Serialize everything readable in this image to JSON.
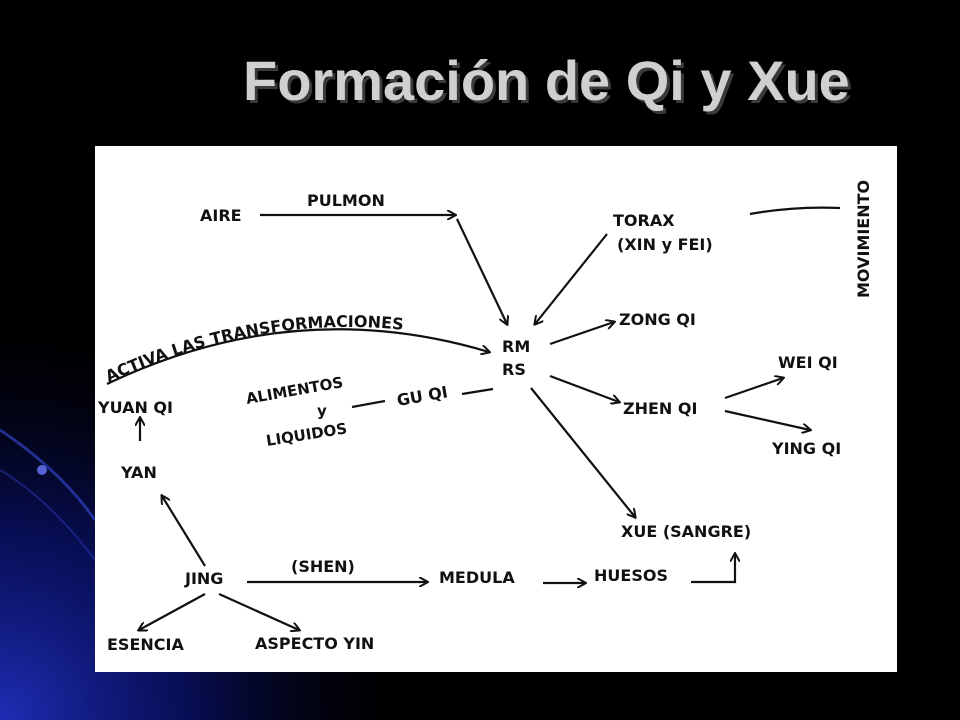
{
  "slide": {
    "title": "Formación de Qi y Xue"
  },
  "diagram": {
    "nodes": {
      "aire": "AIRE",
      "pulmon": "PULMON",
      "torax": "TORAX",
      "xin_fei": "(XIN y FEI)",
      "movimiento": "MOVIMIENTO",
      "activa": "ACTIVA LAS TRANSFORMACIONES",
      "rm": "RM",
      "rs": "RS",
      "zong_qi": "ZONG QI",
      "wei_qi": "WEI QI",
      "zhen_qi": "ZHEN QI",
      "ying_qi": "YING QI",
      "yuan_qi": "YUAN QI",
      "alimentos": "ALIMENTOS",
      "y": "y",
      "liquidos": "LIQUIDOS",
      "gu_qi": "GU QI",
      "yan": "YAN",
      "xue": "XUE (SANGRE)",
      "jing": "JING",
      "shen": "(SHEN)",
      "medula": "MEDULA",
      "huesos": "HUESOS",
      "esencia": "ESENCIA",
      "aspecto_yin": "ASPECTO YIN"
    }
  },
  "colors": {
    "background": "#000000",
    "title_text": "#d0d0d0",
    "diagram_background": "#ffffff",
    "ink": "#111111",
    "accent_blue": "#1a2aa0"
  }
}
